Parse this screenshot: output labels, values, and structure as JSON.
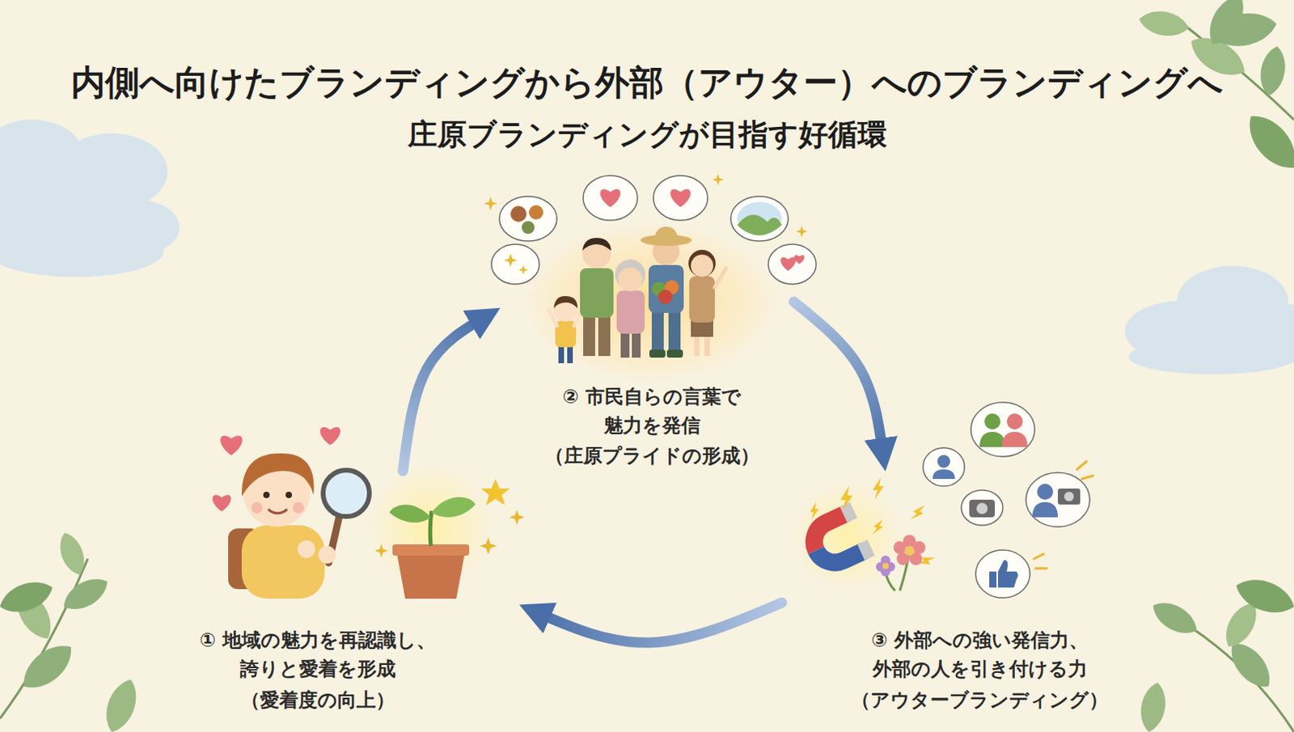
{
  "diagram": {
    "title": "内側へ向けたブランディングから外部（アウター）へのブランディングへ",
    "nodes": [
      {
        "text": [
          "① 地域の魅力を再認識し、 誇りと愛着を形成",
          "（愛着度の向上）"
        ]
      },
      {
        "text": [
          "② 市民自らの言葉で 魅力を発信",
          "（庄原プライドの形成）"
        ]
      },
      {
        "text": [
          "③ 外部への強い発信力、 外部の人を引き付ける力",
          "（アウターブランディング）"
        ]
      }
    ],
    "edges": [
      {
        "from": 0,
        "to": 1,
        "arrow": "to"
      },
      {
        "from": 1,
        "to": 2,
        "arrow": "to"
      },
      {
        "from": 2,
        "to": 0,
        "arrow": "to"
      }
    ],
    "labels": [
      "庄原ブランディングが目指す好循環"
    ]
  }
}
